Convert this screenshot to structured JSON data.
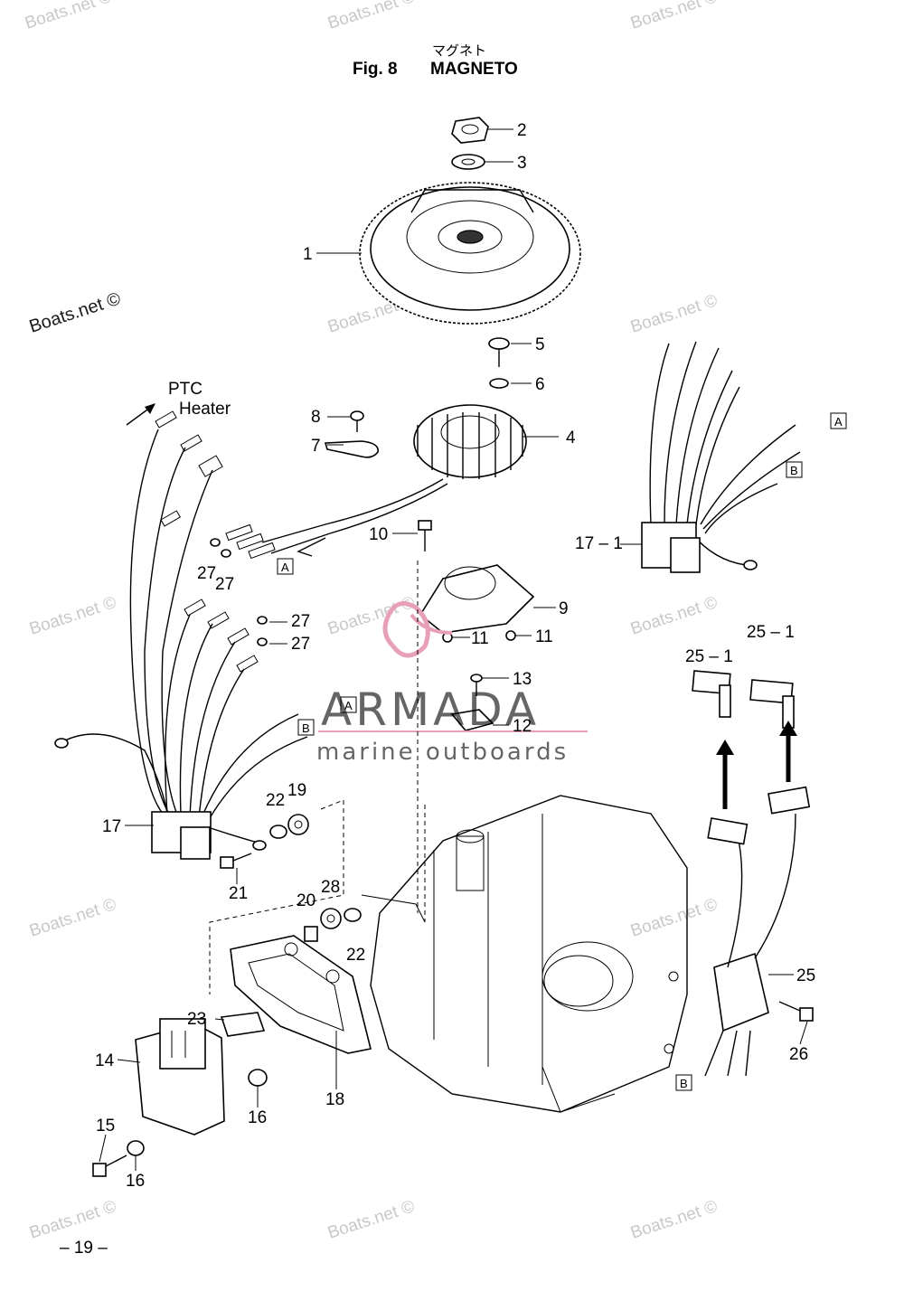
{
  "header": {
    "fig_label": "Fig. 8",
    "title_jp": "マグネト",
    "title_en": "MAGNETO"
  },
  "page_number": "– 19 –",
  "watermark_text": "Boats.net ©",
  "brand": {
    "name": "ARMADA",
    "tagline": "marine outboards",
    "accent_color": "#e8a0b8"
  },
  "annotations": {
    "ptc_line1": "PTC",
    "ptc_line2": "Heater",
    "box_a": "A",
    "box_b": "B"
  },
  "part_labels": {
    "p1": "1",
    "p2": "2",
    "p3": "3",
    "p4": "4",
    "p5": "5",
    "p6": "6",
    "p7": "7",
    "p8": "8",
    "p9": "9",
    "p10": "10",
    "p11a": "11",
    "p11b": "11",
    "p12": "12",
    "p13": "13",
    "p14": "14",
    "p15": "15",
    "p16a": "16",
    "p16b": "16",
    "p17": "17",
    "p17_1": "17 – 1",
    "p18": "18",
    "p19": "19",
    "p20": "20",
    "p21": "21",
    "p22a": "22",
    "p22b": "22",
    "p23": "23",
    "p25": "25",
    "p25_1a": "25 – 1",
    "p25_1b": "25 – 1",
    "p26": "26",
    "p27a": "27",
    "p27b": "27",
    "p27c": "27",
    "p27d": "27",
    "p28": "28"
  }
}
